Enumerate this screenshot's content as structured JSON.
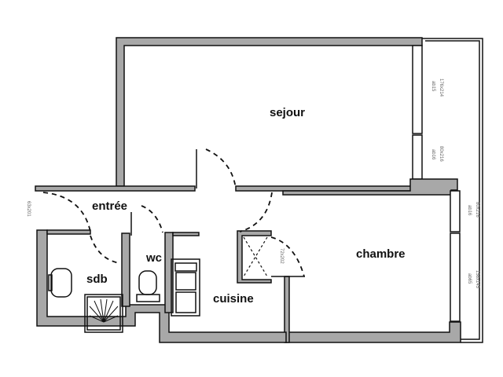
{
  "rooms": {
    "sejour": "sejour",
    "entree": "entrée",
    "wc": "wc",
    "sdb": "sdb",
    "cuisine": "cuisine",
    "chambre": "chambre"
  },
  "dimensions": {
    "sejour_window_1": "176x214",
    "sejour_window_1_code": "ab15",
    "sejour_window_2": "80x216",
    "sejour_window_2_code": "ab16",
    "chambre_window_1": "80x216",
    "chambre_window_1_code": "ab16",
    "chambre_window_2": "156x145",
    "chambre_window_2_code": "ab65",
    "entry_door": "63x201",
    "closet_door": "72x202"
  }
}
